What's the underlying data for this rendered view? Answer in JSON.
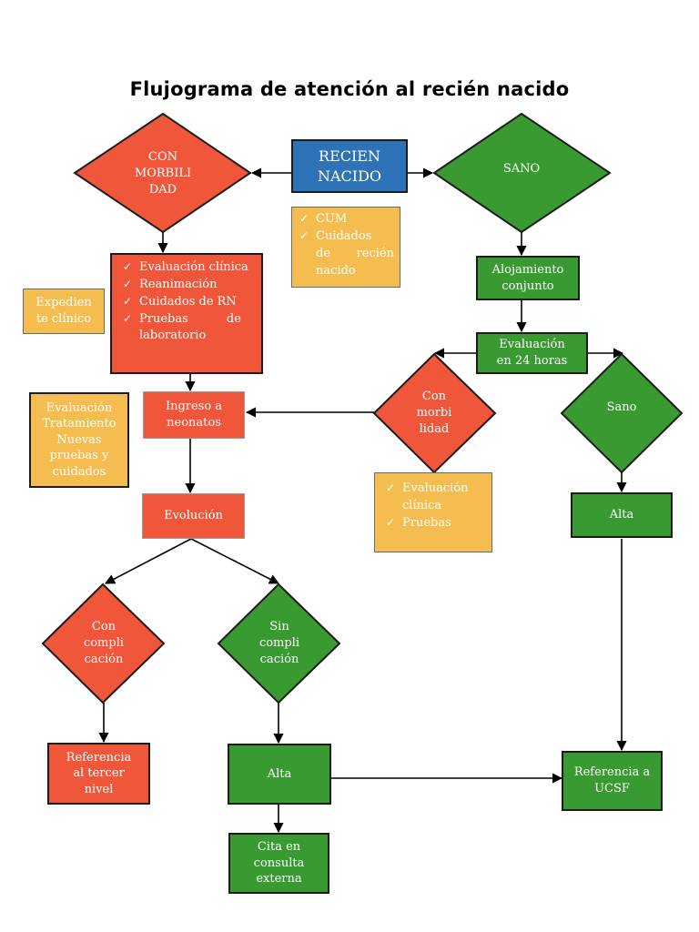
{
  "title": "Flujograma de atención al recién nacido",
  "colors": {
    "red": "#f0563a",
    "green": "#3a9a32",
    "blue": "#2e72b8",
    "yellow": "#f5bd4f",
    "outline": "#1c1c1c",
    "arrow": "#000000"
  },
  "nodes": {
    "recien_nacido": "RECIEN\nNACIDO",
    "con_morbilidad_top": "CON\nMORBILI\nDAD",
    "sano_top": "SANO",
    "cum_list": [
      "CUM",
      "Cuidados de recién nacido"
    ],
    "morb_eval_list": [
      "Evaluación clínica",
      "Reanimación",
      "Cuidados de RN",
      "Pruebas de laboratorio"
    ],
    "expediente": "Expedien\nte clínico",
    "alojamiento": "Alojamiento\nconjunto",
    "evaluacion_24": "Evaluación\nen 24 horas",
    "ingreso": "Ingreso a\nneonatos",
    "evaluacion_tratamiento": "Evaluación\nTratamiento\nNuevas\npruebas y\ncuidados",
    "con_morbilidad_mid": "Con\nmorbi\nlidad",
    "sano_mid": "Sano",
    "eval_pruebas_list": [
      "Evaluación clínica",
      "Pruebas"
    ],
    "evolucion": "Evolución",
    "alta_right": "Alta",
    "con_complicacion": "Con\ncompli\ncación",
    "sin_complicacion": "Sin\ncompli\ncación",
    "referencia_tercer": "Referencia\nal tercer\nnivel",
    "alta_bottom": "Alta",
    "referencia_ucsf": "Referencia a\nUCSF",
    "cita": "Cita en\nconsulta\nexterna"
  }
}
